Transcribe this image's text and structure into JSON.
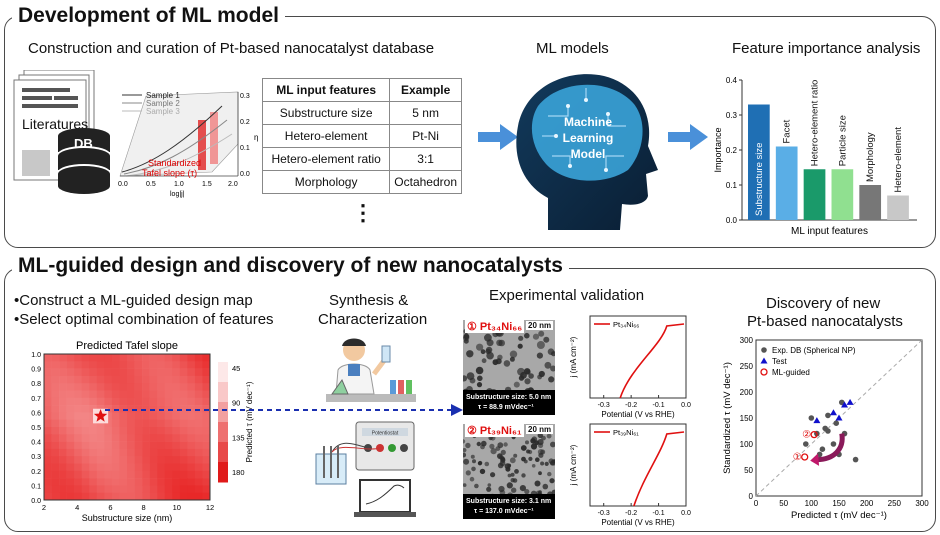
{
  "top": {
    "title": "Development of ML model",
    "database_heading": "Construction and curation of Pt-based nanocatalyst database",
    "literature_label": "Literatures",
    "db_label": "DB",
    "tafel_inset": {
      "legend": [
        "Sample 1",
        "Sample 2",
        "Sample 3"
      ],
      "annotation_line1": "Standardized",
      "annotation_line2": "Tafel slope (τ)",
      "x_ticks": [
        "0.0",
        "0.5",
        "1.0",
        "1.5",
        "2.0"
      ],
      "x_label": "log|j|",
      "y_ticks": [
        "0.0",
        "0.1",
        "0.2",
        "0.3"
      ],
      "y_label": "η"
    },
    "table": {
      "headers": [
        "ML input features",
        "Example"
      ],
      "rows": [
        [
          "Substructure size",
          "5 nm"
        ],
        [
          "Hetero-element",
          "Pt-Ni"
        ],
        [
          "Hetero-element ratio",
          "3:1"
        ],
        [
          "Morphology",
          "Octahedron"
        ]
      ],
      "ellipsis": "⋮"
    },
    "ml_models_heading": "ML models",
    "brain_text": [
      "Machine",
      "Learning",
      "Model"
    ],
    "fi_heading": "Feature importance analysis"
  },
  "fi_chart_data": {
    "type": "bar",
    "categories": [
      "Substructure size",
      "Facet",
      "Hetero-element ratio",
      "Particle size",
      "Morphology",
      "Hetero-element"
    ],
    "values": [
      0.33,
      0.21,
      0.145,
      0.145,
      0.1,
      0.07
    ],
    "colors": [
      "#1f6fb4",
      "#5aaee6",
      "#1a9a6a",
      "#90e090",
      "#777777",
      "#c8c8c8"
    ],
    "ylabel": "Importance",
    "xlabel": "ML input features",
    "ylim": [
      0,
      0.4
    ],
    "yticks": [
      "0.0",
      "0.1",
      "0.2",
      "0.3",
      "0.4"
    ]
  },
  "bottom": {
    "title": "ML-guided design and discovery of new nanocatalysts",
    "bullet1": "•Construct a ML-guided design map",
    "bullet2": "•Select optimal combination of features",
    "synthesis_line1": "Synthesis &",
    "synthesis_line2": "Characterization",
    "instrument_label": "Potentiostat",
    "exp_heading": "Experimental validation",
    "discovery_line1": "Discovery of new",
    "discovery_line2": "Pt-based nanocatalysts"
  },
  "heatmap": {
    "title": "Predicted Tafel slope",
    "x_label": "Substructure size (nm)",
    "x_ticks": [
      "2",
      "4",
      "6",
      "8",
      "10",
      "12"
    ],
    "y_ticks": [
      "0.0",
      "0.1",
      "0.2",
      "0.3",
      "0.4",
      "0.5",
      "0.6",
      "0.7",
      "0.8",
      "0.9",
      "1.0"
    ],
    "colorbar_ticks": [
      "45",
      "90",
      "135",
      "180"
    ],
    "colorbar_label": "Predicted τ (mV dec⁻¹)"
  },
  "validation": {
    "sample1": {
      "label": "① Pt₃₄Ni₆₆",
      "scale": "20 nm",
      "caption_line1": "Substructure size: 5.0 nm",
      "caption_line2": "τ = 88.9 mVdec⁻¹",
      "legend": "Pt₃₄Ni₆₆"
    },
    "sample2": {
      "label": "② Pt₃₉Ni₆₁",
      "scale": "20 nm",
      "caption_line1": "Substructure size: 3.1 nm",
      "caption_line2": "τ = 137.0 mVdec⁻¹",
      "legend": "Pt₃₉Ni₆₁"
    },
    "j_label": "j (mA cm⁻²)",
    "potential_label": "Potential (V vs RHE)",
    "x_ticks": [
      "-0.3",
      "-0.2",
      "-0.1",
      "0.0"
    ],
    "curve_color": "#e01010"
  },
  "parity_chart_data": {
    "type": "scatter",
    "xlabel": "Predicted τ (mV dec⁻¹)",
    "ylabel": "Standardized τ (mV dec⁻¹)",
    "xlim": [
      0,
      300
    ],
    "ylim": [
      0,
      300
    ],
    "ticks": [
      "0",
      "50",
      "100",
      "150",
      "200",
      "250",
      "300"
    ],
    "series": [
      {
        "name": "Exp. DB (Spherical NP)",
        "color": "#555555",
        "points": [
          [
            90,
            100
          ],
          [
            100,
            150
          ],
          [
            110,
            120
          ],
          [
            115,
            80
          ],
          [
            120,
            90
          ],
          [
            125,
            130
          ],
          [
            130,
            155
          ],
          [
            130,
            125
          ],
          [
            140,
            100
          ],
          [
            145,
            140
          ],
          [
            150,
            80
          ],
          [
            155,
            180
          ],
          [
            160,
            120
          ],
          [
            180,
            70
          ]
        ]
      },
      {
        "name": "Test",
        "color": "#1010cc",
        "points": [
          [
            110,
            145
          ],
          [
            140,
            160
          ],
          [
            150,
            150
          ],
          [
            160,
            175
          ],
          [
            170,
            180
          ]
        ]
      },
      {
        "name": "ML-guided",
        "color": "#e01010",
        "points": [
          [
            88,
            75
          ],
          [
            105,
            118
          ]
        ]
      }
    ],
    "labels": [
      "①",
      "②"
    ]
  }
}
